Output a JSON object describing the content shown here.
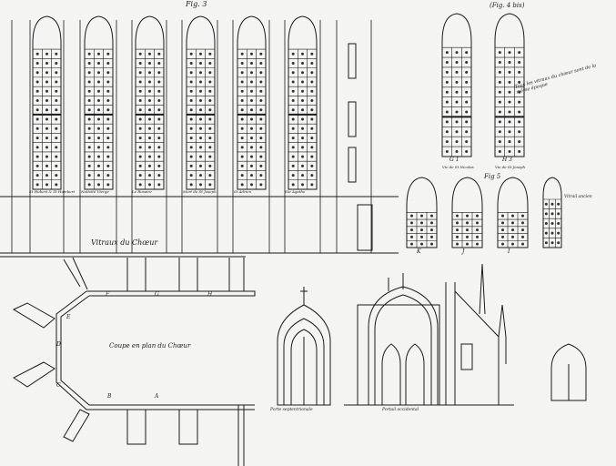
{
  "sheet": {
    "fig3_label": "Fig. 3",
    "fig5_label": "Fig 5",
    "top_note": "(Fig. 4 bis)",
    "vitraux_title": "Vitraux du Chœur",
    "plan_title": "Coupe en plan du Chœur",
    "plan_letters": [
      "A",
      "B",
      "C",
      "D",
      "E",
      "F",
      "G",
      "H"
    ],
    "window_captions": [
      "St Hubert & St Humbert",
      "Nativité Vierge",
      "Le Rosaire",
      "Mort de St Joseph",
      "St Adrien",
      "Ste Agathe"
    ],
    "right_windows": [
      {
        "letter": "G 1",
        "caption": "Vie de St Nicolas"
      },
      {
        "letter": "H 3",
        "caption": "Vie de St Joseph"
      }
    ],
    "small_windows": [
      "K",
      "J",
      "I"
    ],
    "small_windows_note": "Vitrail ancien",
    "portal_caption": "Portail occidental",
    "chapel_caption": "Porte septentrionale",
    "right_note": "Tous les vitraux du chœur sont de la même époque"
  },
  "colors": {
    "ink": "#1a1a1a",
    "paper": "#f4f4f2"
  }
}
